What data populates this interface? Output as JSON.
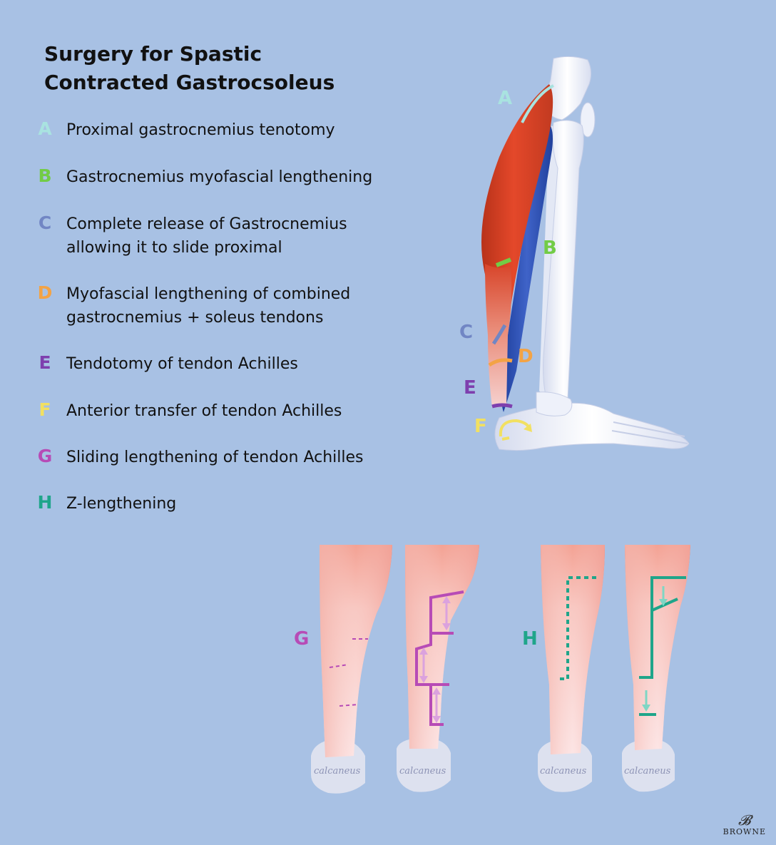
{
  "title_line1": "Surgery for Spastic",
  "title_line2": "Contracted Gastrocsoleus",
  "legend": [
    {
      "letter": "A",
      "color": "#a9e3e0",
      "text": "Proximal gastrocnemius tenotomy"
    },
    {
      "letter": "B",
      "color": "#72cc46",
      "text": "Gastrocnemius myofascial lengthening"
    },
    {
      "letter": "C",
      "color": "#7186c4",
      "text": "Complete release of Gastrocnemius\nallowing it to slide proximal"
    },
    {
      "letter": "D",
      "color": "#f3a345",
      "text": "Myofascial lengthening of combined\ngastrocnemius + soleus tendons"
    },
    {
      "letter": "E",
      "color": "#7e3fae",
      "text": "Tendotomy of tendon Achilles"
    },
    {
      "letter": "F",
      "color": "#f2e061",
      "text": "Anterior transfer of tendon Achilles"
    },
    {
      "letter": "G",
      "color": "#b74bb6",
      "text": "Sliding lengthening of tendon Achilles"
    },
    {
      "letter": "H",
      "color": "#1fa58a",
      "text": "Z-lengthening"
    }
  ],
  "diagram_labels": {
    "A": "A",
    "B": "B",
    "C": "C",
    "D": "D",
    "E": "E",
    "F": "F",
    "G": "G",
    "H": "H"
  },
  "calcaneus_label": "calcaneus",
  "signature": "BROWNE"
}
